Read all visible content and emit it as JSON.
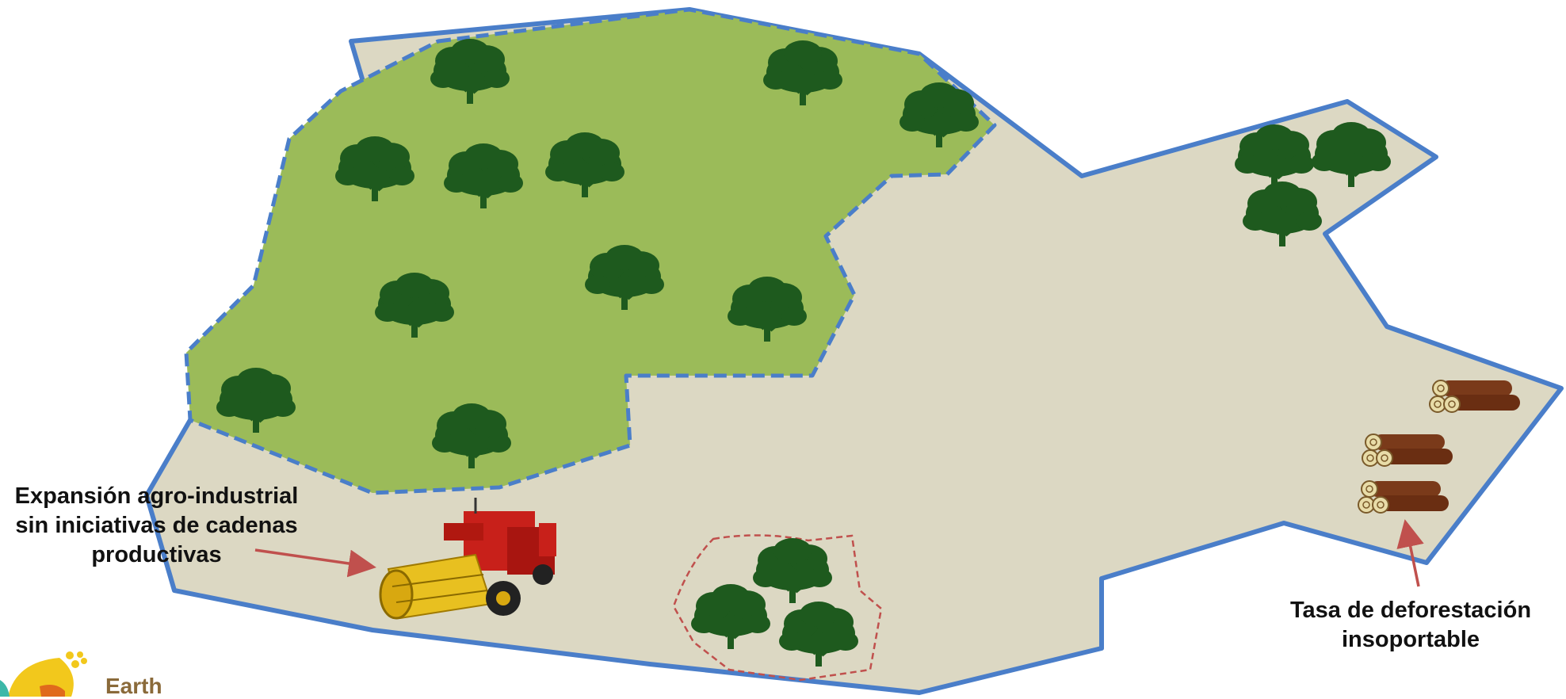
{
  "labels": {
    "expansion": "Expansión agro-industrial sin iniciativas de cadenas productivas",
    "deforestation": "Tasa de deforestación insoportable"
  },
  "logo": {
    "text": "Earth"
  },
  "colors": {
    "land": "#dcd8c3",
    "forest": "#9bbb59",
    "border": "#4a7ec9",
    "tree": "#1e5a1e",
    "arrow": "#c0504d",
    "protected_border": "#c0504d",
    "log": "#7a3a1a"
  },
  "icons": [
    "tree-icon",
    "harvester-icon",
    "log-pile-icon",
    "arrow-icon",
    "logo-icon"
  ]
}
